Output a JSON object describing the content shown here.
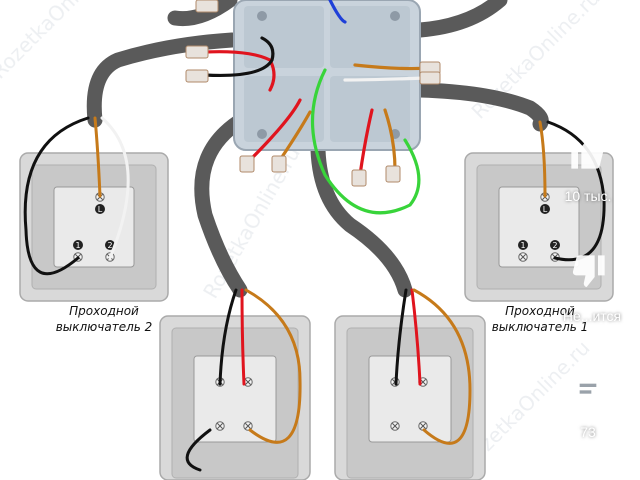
{
  "diagram": {
    "labels": {
      "switch_left_line1": "Проходной",
      "switch_left_line2": "выключатель 2",
      "switch_right_line1": "Проходной",
      "switch_right_line2": "выключатель 1"
    },
    "terminals": {
      "top": "L",
      "left": "1",
      "right": "2"
    },
    "watermark": "RozetkaOnline.ru",
    "colors": {
      "cable": "#5a5a5a",
      "box": "#c9d3dc",
      "plate": "#d9d9d9",
      "wire_red": "#e0141e",
      "wire_black": "#111111",
      "wire_brown": "#c67a1a",
      "wire_green": "#38d43a",
      "wire_blue": "#1e3fd8",
      "wire_white": "#f2f2f2"
    }
  },
  "overlay": {
    "likes": "10 тыс.",
    "dislike": "Не...ится",
    "comments": "73",
    "icons": [
      "thumbs-up-icon",
      "thumbs-down-icon",
      "comment-icon"
    ]
  }
}
